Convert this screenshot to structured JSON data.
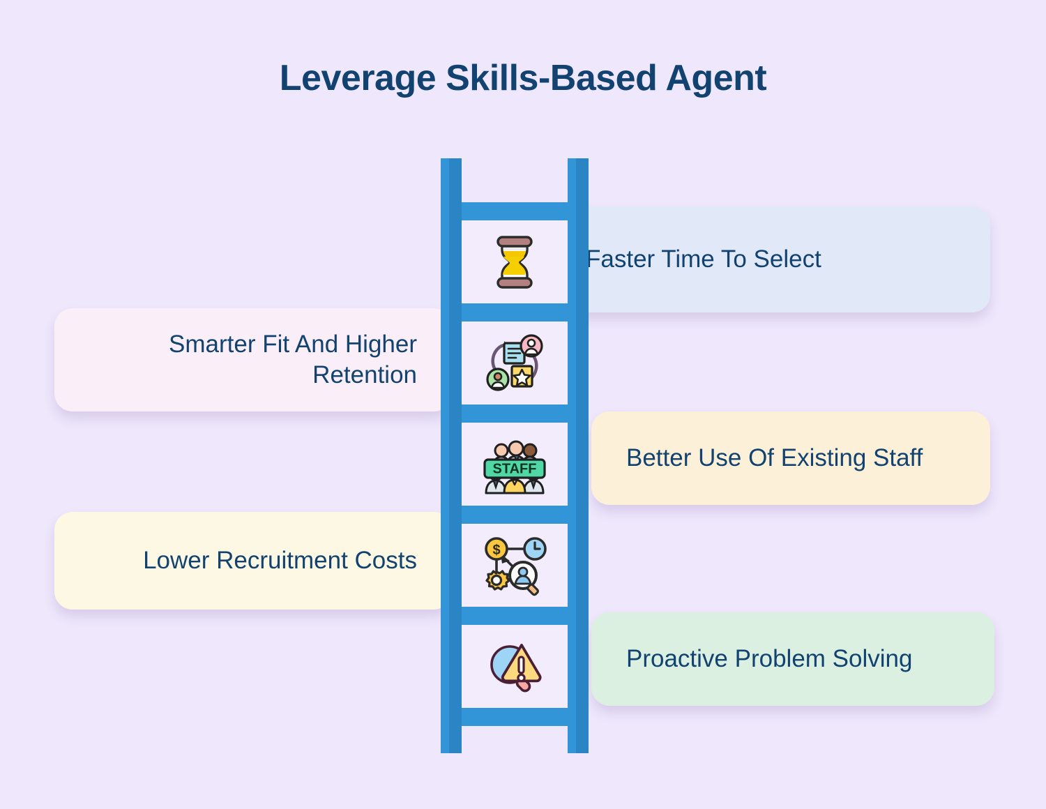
{
  "page": {
    "title": "Leverage Skills-Based Agent",
    "background_color": "#efe7fc",
    "title_color": "#12426f"
  },
  "ladder": {
    "rail_color": "#3195d8",
    "rail_shade_color": "#2b85c4",
    "rung_count": 6,
    "step_count": 5
  },
  "steps": [
    {
      "label": "Faster Time To Select",
      "side": "right",
      "card_color": "#e1e9f9",
      "icon": "hourglass-icon"
    },
    {
      "label": "Smarter Fit And Higher Retention",
      "side": "left",
      "card_color": "#faeef8",
      "icon": "skills-matching-icon"
    },
    {
      "label": "Better Use Of Existing Staff",
      "side": "right",
      "card_color": "#fdf0d9",
      "icon": "staff-team-icon"
    },
    {
      "label": "Lower Recruitment Costs",
      "side": "left",
      "card_color": "#fcf8e4",
      "icon": "cost-search-icon"
    },
    {
      "label": "Proactive Problem Solving",
      "side": "right",
      "card_color": "#dcf0e2",
      "icon": "problem-alert-icon"
    }
  ],
  "icon_labels": {
    "staff_banner": "STAFF",
    "money_symbol": "$"
  }
}
